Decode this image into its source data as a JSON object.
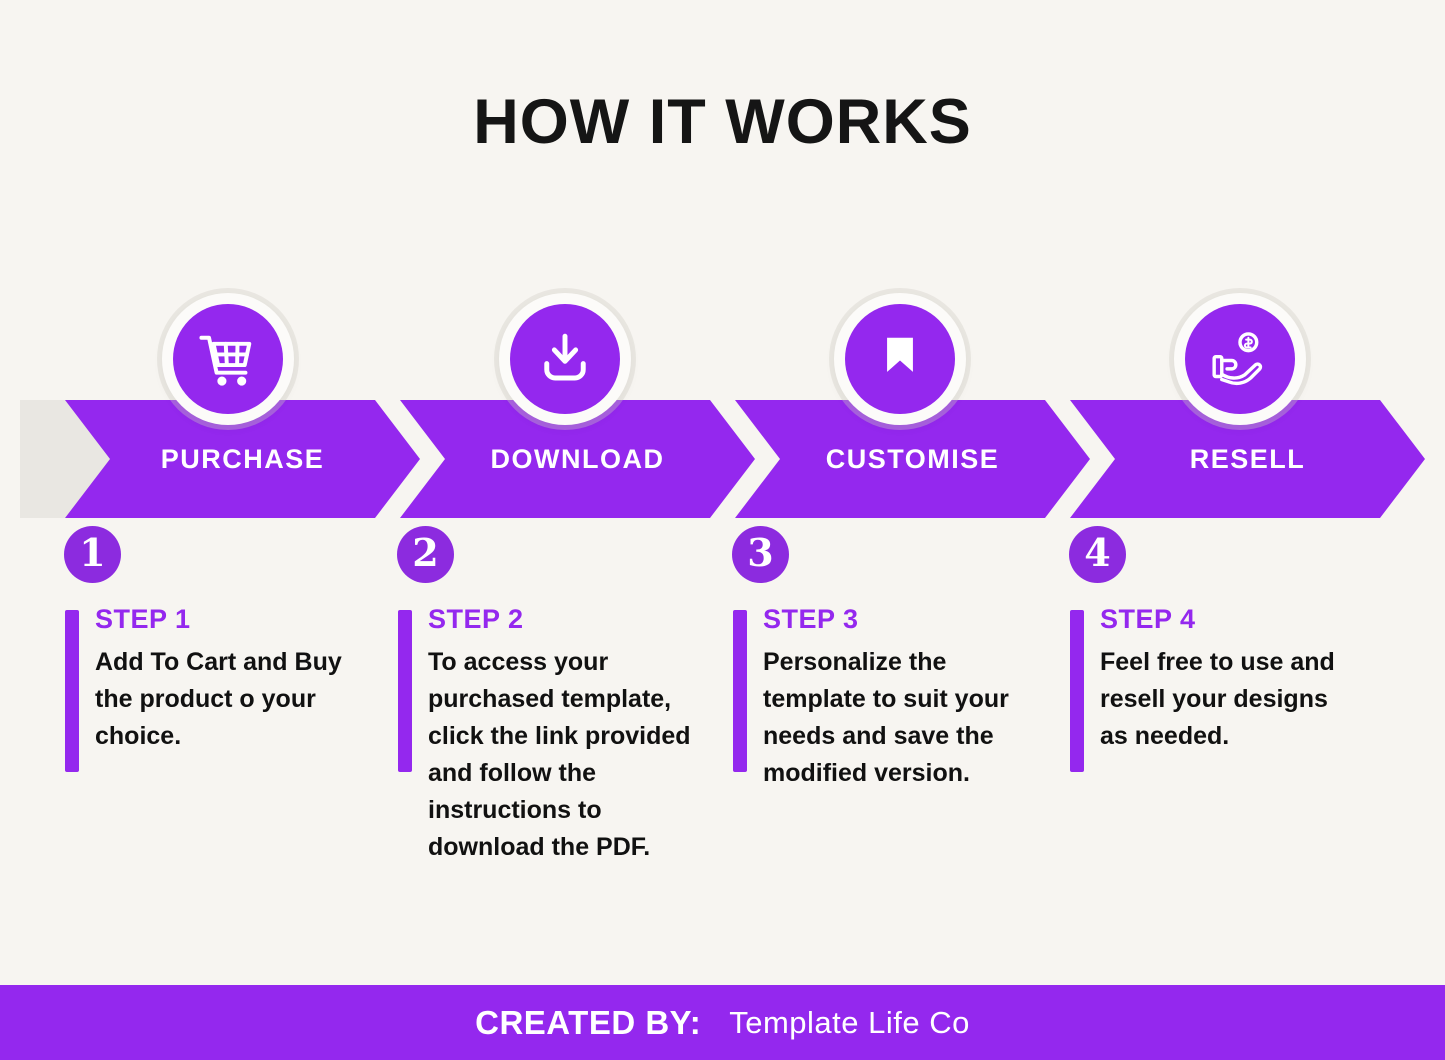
{
  "title": "HOW IT WORKS",
  "colors": {
    "accent": "#9428EE",
    "accent_deep": "#8C2BDF",
    "bg": "#F7F5F1",
    "band_gray": "#E9E7E2",
    "ink": "#151515"
  },
  "steps": [
    {
      "number": "1",
      "banner": "PURCHASE",
      "icon": "shopping-cart-icon",
      "step_label": "STEP 1",
      "description": "Add To Cart and Buy\nthe product o your\nchoice."
    },
    {
      "number": "2",
      "banner": "DOWNLOAD",
      "icon": "download-icon",
      "step_label": "STEP 2",
      "description": "To access your\npurchased template,\nclick the link provided\nand follow the\ninstructions to\ndownload the PDF."
    },
    {
      "number": "3",
      "banner": "CUSTOMISE",
      "icon": "bookmark-icon",
      "step_label": "STEP 3",
      "description": "Personalize the\ntemplate to suit your\nneeds and save the\nmodified version."
    },
    {
      "number": "4",
      "banner": "RESELL",
      "icon": "hand-coin-icon",
      "step_label": "STEP 4",
      "description": "Feel free to use and\nresell your designs\nas needed."
    }
  ],
  "footer": {
    "prefix": "CREATED BY:",
    "name": "Template Life Co"
  }
}
